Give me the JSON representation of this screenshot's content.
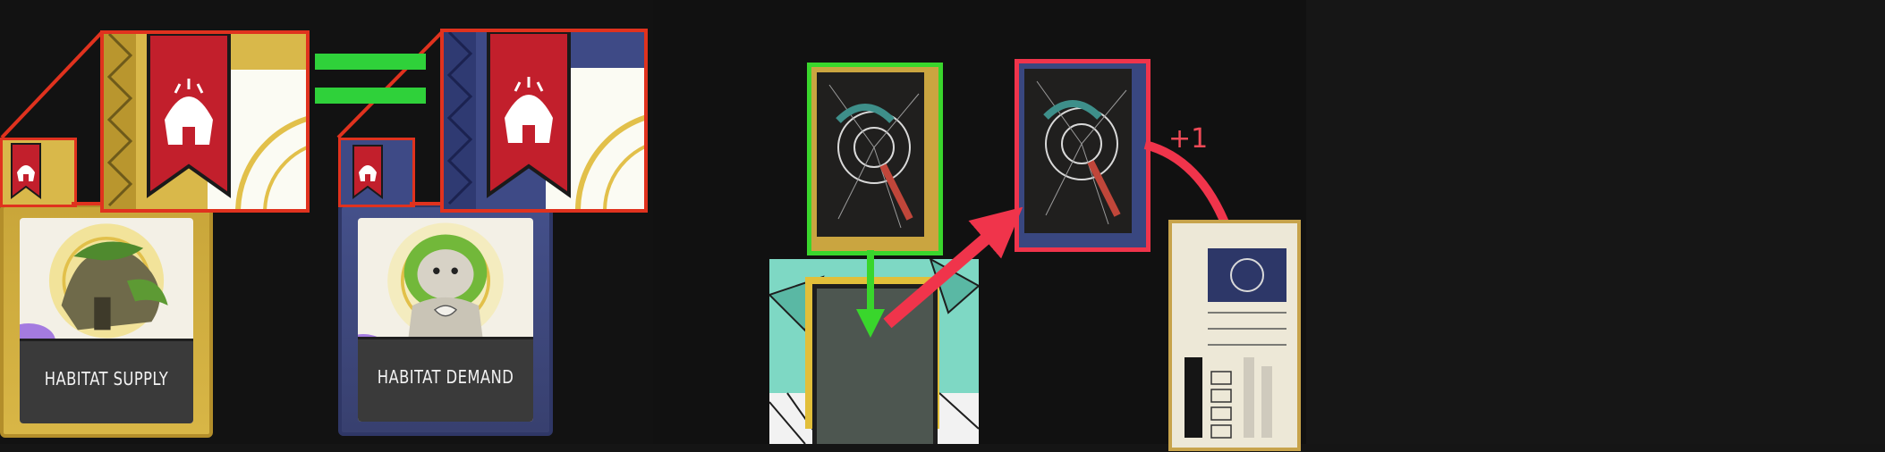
{
  "cards": {
    "supply_label": "HABITAT SUPPLY",
    "demand_label": "HABITAT DEMAND"
  },
  "annotation": {
    "plus_one": "+1"
  },
  "colors": {
    "highlight_red": "#e0321e",
    "highlight_green": "#39d62c",
    "arrow_red": "#f0344b",
    "equals_green": "#2fd13a",
    "supply_gold": "#d9b84a",
    "demand_blue": "#3e4a86"
  },
  "icons": {
    "habitat": "habitat-banner-icon",
    "card_back": "card-back-icon"
  }
}
